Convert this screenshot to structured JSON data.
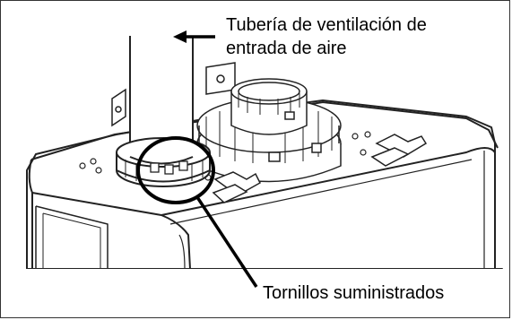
{
  "labels": {
    "intake_line1": "Tubería de ventilación de",
    "intake_line2": "entrada de aire",
    "screws": "Tornillos suministrados"
  },
  "icons": {
    "intake_arrow": "arrow-left-icon",
    "screw_highlight": "circle-highlight"
  }
}
